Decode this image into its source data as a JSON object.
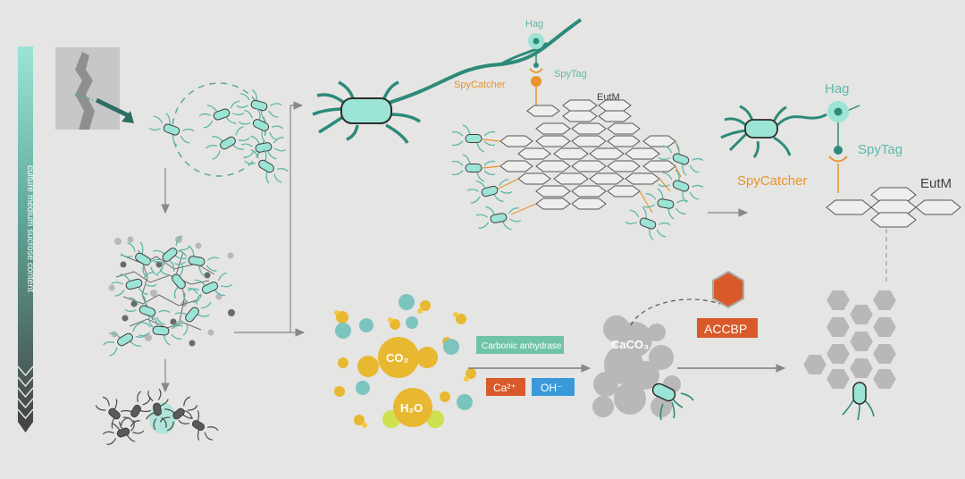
{
  "gradient_bar": {
    "label": "culture medium sucrose content",
    "color_top": "#9be4d6",
    "color_bottom": "#4a4a4a"
  },
  "top_middle": {
    "hag_label": "Hag",
    "spytag_label": "SpyTag",
    "spycatcher_label": "SpyCatcher",
    "eutm_label": "EutM"
  },
  "top_right": {
    "hag_label": "Hag",
    "spytag_label": "SpyTag",
    "spycatcher_label": "SpyCatcher",
    "eutm_label": "EutM"
  },
  "reaction": {
    "co2_label": "CO₂",
    "h2o_label": "H₂O",
    "enzyme_label": "Carbonic anhydrase",
    "calcium_label": "Ca²⁺",
    "hydroxide_label": "OH⁻",
    "caco3_label": "CaCO₃",
    "accbp_label": "ACCBP"
  },
  "colors": {
    "teal": "#5fb8a8",
    "teal_light": "#8fe0d0",
    "orange": "#e8942c",
    "accbp_red": "#d85a2a",
    "ion_blue": "#3a9ad9",
    "gray_particle": "#b8b8b8",
    "hex_fill": "#b8b8b8",
    "background": "#e5e5e4"
  }
}
